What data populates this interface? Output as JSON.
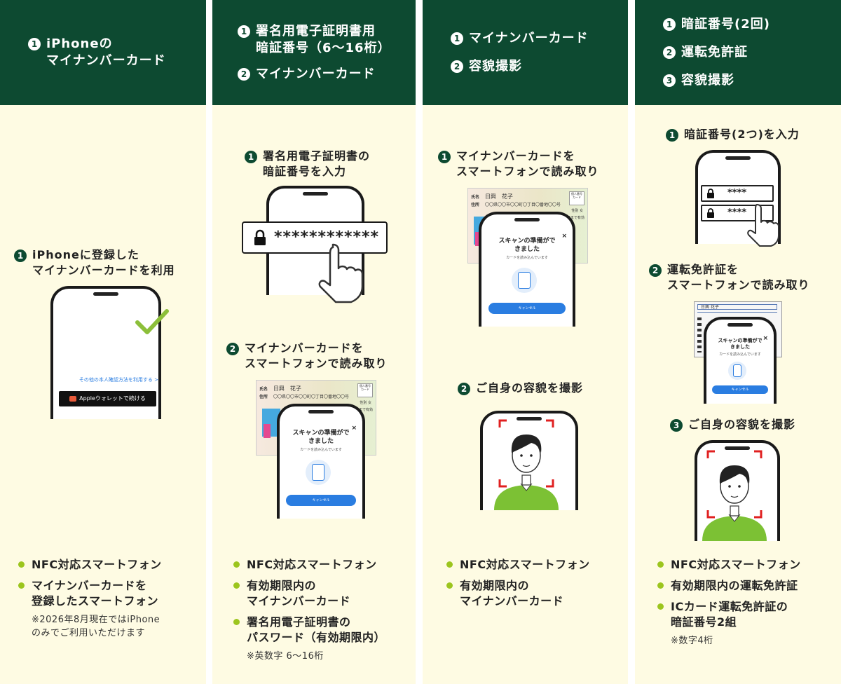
{
  "columns": [
    {
      "header": [
        {
          "num": "1",
          "text": "iPhoneの\nマイナンバーカード"
        }
      ],
      "steps": [
        {
          "num": "1",
          "text": "iPhoneに登録した\nマイナンバーカードを利用"
        }
      ],
      "screen": {
        "link": "その他の本人確認方法を利用する >",
        "wallet_button": "Appleウォレットで続ける"
      },
      "requirements": [
        "NFC対応スマートフォン",
        "マイナンバーカードを\n登録したスマートフォン"
      ],
      "note": "※2026年8月現在ではiPhone\nのみでご利用いただけます"
    },
    {
      "header": [
        {
          "num": "1",
          "text": "署名用電子証明書用\n暗証番号（6〜16桁）"
        },
        {
          "num": "2",
          "text": "マイナンバーカード"
        }
      ],
      "steps": [
        {
          "num": "1",
          "text": "署名用電子証明書の\n暗証番号を入力"
        },
        {
          "num": "2",
          "text": "マイナンバーカードを\nスマートフォンで読み取り"
        }
      ],
      "pin_mask": "************",
      "requirements": [
        "NFC対応スマートフォン",
        "有効期限内の\nマイナンバーカード",
        "署名用電子証明書の\nパスワード（有効期限内）"
      ],
      "note": "※英数字 6〜16桁"
    },
    {
      "header": [
        {
          "num": "1",
          "text": "マイナンバーカード"
        },
        {
          "num": "2",
          "text": "容貌撮影"
        }
      ],
      "steps": [
        {
          "num": "1",
          "text": "マイナンバーカードを\nスマートフォンで読み取り"
        },
        {
          "num": "2",
          "text": "ご自身の容貌を撮影"
        }
      ],
      "requirements": [
        "NFC対応スマートフォン",
        "有効期限内の\nマイナンバーカード"
      ],
      "note": ""
    },
    {
      "header": [
        {
          "num": "1",
          "text": "暗証番号(2回)"
        },
        {
          "num": "2",
          "text": "運転免許証"
        },
        {
          "num": "3",
          "text": "容貌撮影"
        }
      ],
      "steps": [
        {
          "num": "1",
          "text": "暗証番号(2つ)を入力"
        },
        {
          "num": "2",
          "text": "運転免許証を\nスマートフォンで読み取り"
        },
        {
          "num": "3",
          "text": "ご自身の容貌を撮影"
        }
      ],
      "pin_mask": "****",
      "license_name": "日興 花子",
      "requirements": [
        "NFC対応スマートフォン",
        "有効期限内の運転免許証",
        "ICカード運転免許証の\n暗証番号2組"
      ],
      "note": "※数字4桁"
    }
  ],
  "scan_dialog": {
    "title": "スキャンの準備がで\nきました",
    "sub": "カードを読み込んでいます",
    "cancel": "キャンセル",
    "close": "×"
  },
  "mynumber_card": {
    "name_label": "氏名",
    "name": "日興　花子",
    "address_label": "住所",
    "address": "〇〇県〇〇市〇〇町〇丁目〇番地〇〇号",
    "badge": "個人番号\nカード",
    "sex_label": "性別",
    "sex": "女",
    "expiry": "年月日まで有効"
  },
  "colors": {
    "header_bg": "#0d4a31",
    "panel_bg": "#fefbe3",
    "bullet": "#9cc51e",
    "check": "#8cbf3a",
    "shirt": "#7cc134",
    "frame": "#e02020",
    "button": "#2a7de1"
  }
}
